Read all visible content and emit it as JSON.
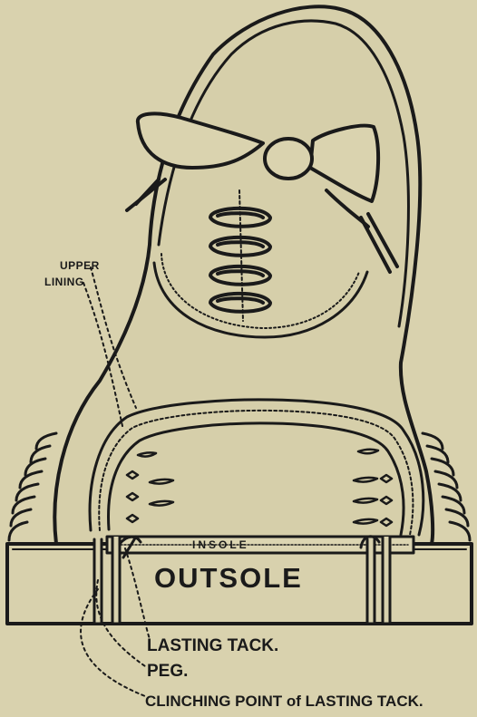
{
  "figure": {
    "labels": {
      "upper": "UPPER",
      "lining": "LINING",
      "insole": "INSOLE",
      "outsole": "OUTSOLE",
      "lasting_tack": "LASTING TACK.",
      "peg": "PEG.",
      "clinching_point": "CLINCHING POINT of LASTING TACK."
    },
    "colors": {
      "paper": "#d9d2ae",
      "ink": "#1a1a1a",
      "shoe_fill": "#d6cfaa"
    }
  }
}
